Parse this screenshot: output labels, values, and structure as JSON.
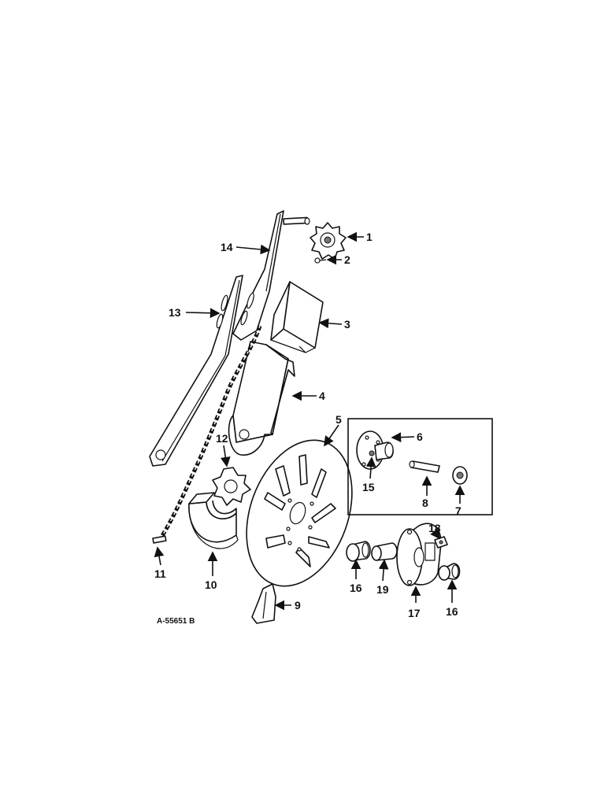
{
  "drawing_code": "A-55651 B",
  "callouts": [
    {
      "id": "1",
      "label": "1"
    },
    {
      "id": "2",
      "label": "2"
    },
    {
      "id": "3",
      "label": "3"
    },
    {
      "id": "4",
      "label": "4"
    },
    {
      "id": "5",
      "label": "5"
    },
    {
      "id": "6",
      "label": "6"
    },
    {
      "id": "7",
      "label": "7"
    },
    {
      "id": "8",
      "label": "8"
    },
    {
      "id": "9",
      "label": "9"
    },
    {
      "id": "10",
      "label": "10"
    },
    {
      "id": "11",
      "label": "11"
    },
    {
      "id": "12",
      "label": "12"
    },
    {
      "id": "13",
      "label": "13"
    },
    {
      "id": "14",
      "label": "14"
    },
    {
      "id": "15",
      "label": "15"
    },
    {
      "id": "16a",
      "label": "16"
    },
    {
      "id": "16b",
      "label": "16"
    },
    {
      "id": "17",
      "label": "17"
    },
    {
      "id": "18",
      "label": "18"
    },
    {
      "id": "19",
      "label": "19"
    }
  ],
  "colors": {
    "ink": "#111111",
    "paper": "#ffffff"
  }
}
